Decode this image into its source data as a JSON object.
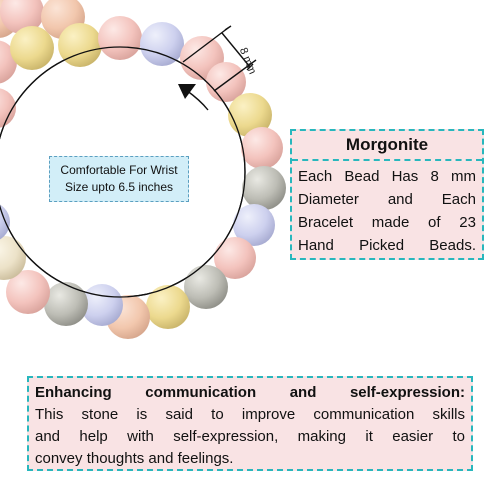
{
  "bracelet": {
    "bead_size_label": "8 mm",
    "wrist_note": {
      "line1": "Comfortable For Wrist",
      "line2": "Size upto 6.5 inches"
    }
  },
  "info": {
    "title": "Morgonite",
    "lines": [
      "Each Bead Has 8 mm",
      "Diameter and Each",
      "Bracelet made of 23",
      "Hand Picked Beads."
    ]
  },
  "benefit": {
    "heading": "Enhancing communication and self-expression:",
    "lines": [
      "This stone is said to improve communication skills",
      "and help with self-expression, making it easier to",
      "convey thoughts and feelings."
    ]
  },
  "colors": {
    "accent_border": "#28b7bd",
    "panel_fill": "#f9e3e4",
    "note_fill": "#d2eef8"
  },
  "icons": [
    "direction-arrow-icon",
    "measure-bracket-icon"
  ]
}
